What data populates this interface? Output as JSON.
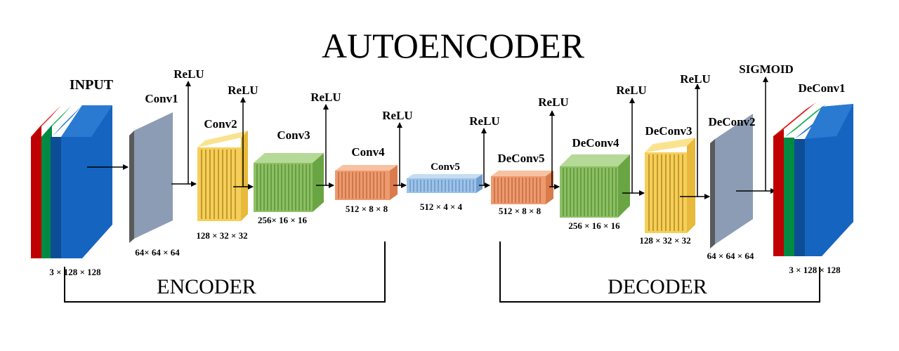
{
  "title": "AUTOENCODER",
  "encoder_label": "ENCODER",
  "decoder_label": "DECODER",
  "activations": {
    "relu": "ReLU",
    "sigmoid": "SIGMOID"
  },
  "colors": {
    "red": "#c00000",
    "green": "#00a050",
    "blue": "#1565c0",
    "gray": "#8c9cb4",
    "yellow": "#f5cf5a",
    "green_block": "#8cc063",
    "orange": "#ee9a6e",
    "light_blue": "#9cc3e8"
  },
  "blocks": [
    {
      "id": "input",
      "name": "INPUT",
      "dims": "3 × 128 × 128",
      "style": "rgb"
    },
    {
      "id": "conv1",
      "name": "Conv1",
      "dims": "64× 64 × 64",
      "style": "gray"
    },
    {
      "id": "conv2",
      "name": "Conv2",
      "dims": "128 × 32 × 32",
      "style": "yellow"
    },
    {
      "id": "conv3",
      "name": "Conv3",
      "dims": "256× 16 × 16",
      "style": "green"
    },
    {
      "id": "conv4",
      "name": "Conv4",
      "dims": "512 × 8 × 8",
      "style": "orange"
    },
    {
      "id": "conv5",
      "name": "Conv5",
      "dims": "512 × 4 × 4",
      "style": "lightblue"
    },
    {
      "id": "deconv5",
      "name": "DeConv5",
      "dims": "512 × 8 × 8",
      "style": "orange"
    },
    {
      "id": "deconv4",
      "name": "DeConv4",
      "dims": "256 × 16 × 16",
      "style": "green"
    },
    {
      "id": "deconv3",
      "name": "DeConv3",
      "dims": "128 × 32 × 32",
      "style": "yellow"
    },
    {
      "id": "deconv2",
      "name": "DeConv2",
      "dims": "64 × 64 × 64",
      "style": "gray"
    },
    {
      "id": "deconv1",
      "name": "DeConv1",
      "dims": "3 × 128 × 128",
      "style": "rgb"
    }
  ]
}
